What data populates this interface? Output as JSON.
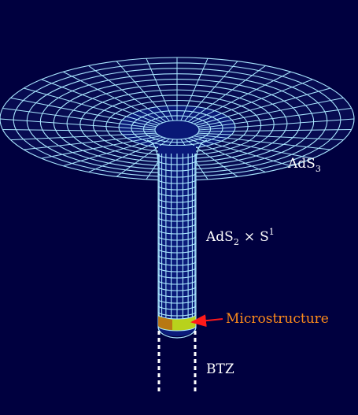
{
  "colors": {
    "background": "#00003f",
    "mesh": "#a9e6ff",
    "throat_fill": "#0a1a7a",
    "microstructure_band": "#b8d21c",
    "microstructure_label": "#ff8c1a",
    "arrow": "#ff1a1a",
    "dashed_line": "#ffffff"
  },
  "labels": {
    "ads3": {
      "base": "AdS",
      "sub": "3"
    },
    "ads2s1": {
      "ads_base": "AdS",
      "ads_sub": "2",
      "times": "×",
      "s_base": "S",
      "s_sup": "1"
    },
    "microstructure": "Microstructure",
    "btz": "BTZ"
  }
}
